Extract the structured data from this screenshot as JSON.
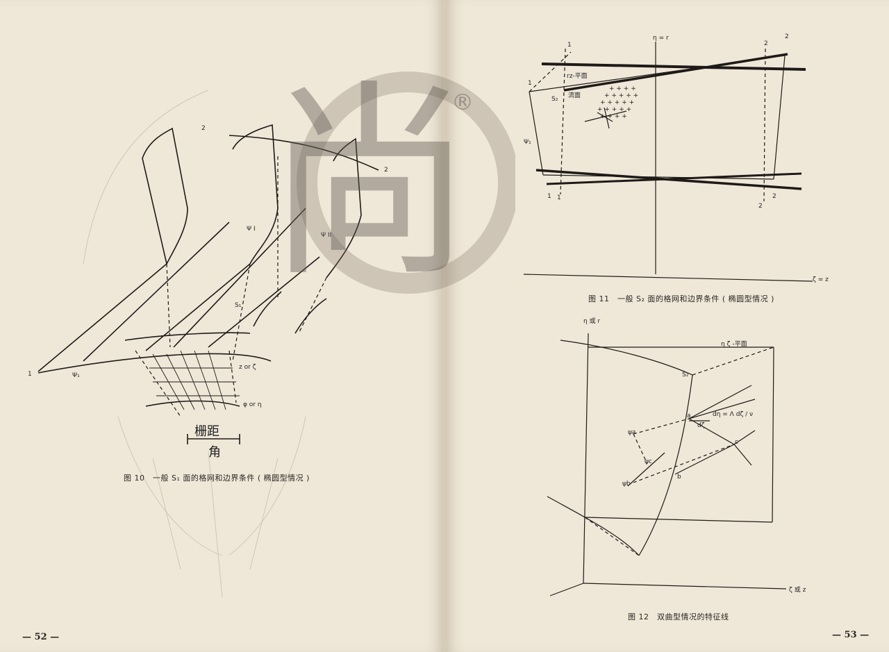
{
  "left_page": {
    "page_number": "— 52 —",
    "figure": {
      "caption": "图 10　一般 S₁ 面的格网和边界条件 ( 椭圆型情况 )",
      "labels": {
        "lattice_pitch": "栅距",
        "angle": "角",
        "s1": "S₁",
        "phi_or_eta": "φ or η",
        "z_or_zeta": "z or ζ",
        "psi_1": "Ψ₁",
        "psi_I": "Ψ I",
        "psi_II": "Ψ II",
        "one": "1",
        "two": "2"
      }
    }
  },
  "right_page": {
    "page_number": "— 53 —",
    "figure11": {
      "caption": "图 11　一般 S₂ 面的格网和边界条件 ( 椭圆型情况 )",
      "labels": {
        "eta_r": "η = r",
        "zeta_z": "ζ = z",
        "rz_plane": "rz-平面",
        "flow_surface": "流面",
        "s2": "S₂",
        "psi_1": "Ψ₁",
        "one": "1",
        "two": "2"
      }
    },
    "figure12": {
      "caption": "图 12　双曲型情况的特征线",
      "labels": {
        "eta_or_r": "η 或 r",
        "zeta_or_z": "ζ 或 z",
        "eta_zeta_plane": "η ζ -平面",
        "s2": "S₂",
        "psi_a": "ψa",
        "psi_b": "ψb",
        "psi_c": "ψc",
        "point_a": "a",
        "point_b": "b",
        "point_c": "c",
        "formula": "dη = Λ dζ / ν",
        "d_zeta": "dζ"
      }
    }
  },
  "watermark": {
    "glyph": "尚",
    "registered": "®"
  }
}
